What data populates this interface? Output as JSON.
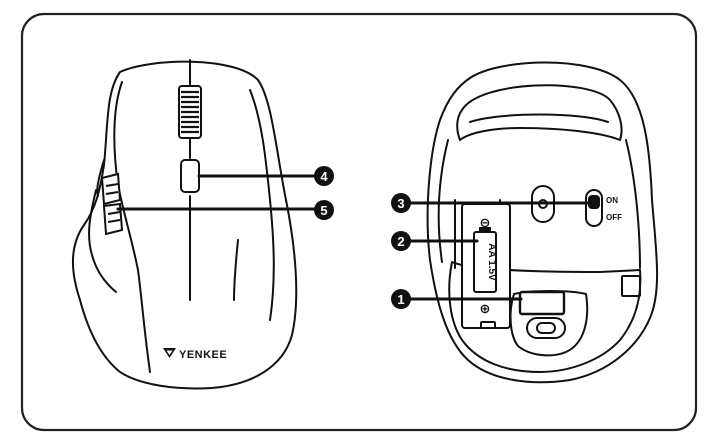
{
  "brand": {
    "logo_text": "YENKEE"
  },
  "battery": {
    "label": "AA 1.5V",
    "minus": "⊖",
    "plus": "⊕"
  },
  "switch": {
    "on_label": "ON",
    "off_label": "OFF"
  },
  "callouts": [
    {
      "number": "1"
    },
    {
      "number": "2"
    },
    {
      "number": "3"
    },
    {
      "number": "4"
    },
    {
      "number": "5"
    }
  ],
  "colors": {
    "stroke": "#111111",
    "background": "#ffffff",
    "frame": "#222222"
  }
}
